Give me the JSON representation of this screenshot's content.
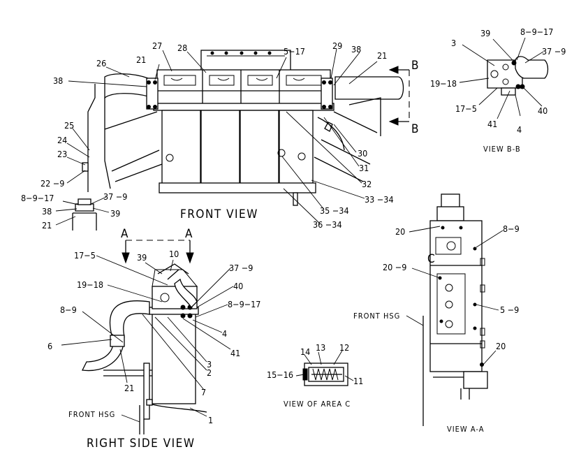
{
  "views": {
    "front": "FRONT VIEW",
    "right_side": "RIGHT SIDE VIEW",
    "b_b": "VIEW B-B",
    "a_a": "VIEW A-A",
    "area_c": "VIEW OF AREA C"
  },
  "section_markers": {
    "b": "B",
    "a": "A",
    "area": "C"
  },
  "callouts": {
    "front": [
      "26",
      "27",
      "28",
      "5−17",
      "21",
      "38",
      "29",
      "38",
      "21",
      "25",
      "24",
      "23",
      "22 −9",
      "30",
      "31",
      "32",
      "33 −34",
      "35 −34",
      "36 −34",
      "37 −9",
      "8−9−17",
      "39",
      "38",
      "21"
    ],
    "b_b": [
      "39",
      "8−9−17",
      "3",
      "37 −9",
      "19−18",
      "17−5",
      "41",
      "4",
      "40"
    ],
    "right_side": [
      "17−5",
      "39",
      "10",
      "37 −9",
      "19−18",
      "40",
      "8−9",
      "8−9−17",
      "4",
      "6",
      "41",
      "3",
      "2",
      "7",
      "21",
      "1",
      "FRONT HSG"
    ],
    "area_c": [
      "14",
      "13",
      "12",
      "15−16",
      "11"
    ],
    "a_a": [
      "20",
      "8−9",
      "20 −9",
      "FRONT HSG",
      "5 −9",
      "20"
    ]
  }
}
